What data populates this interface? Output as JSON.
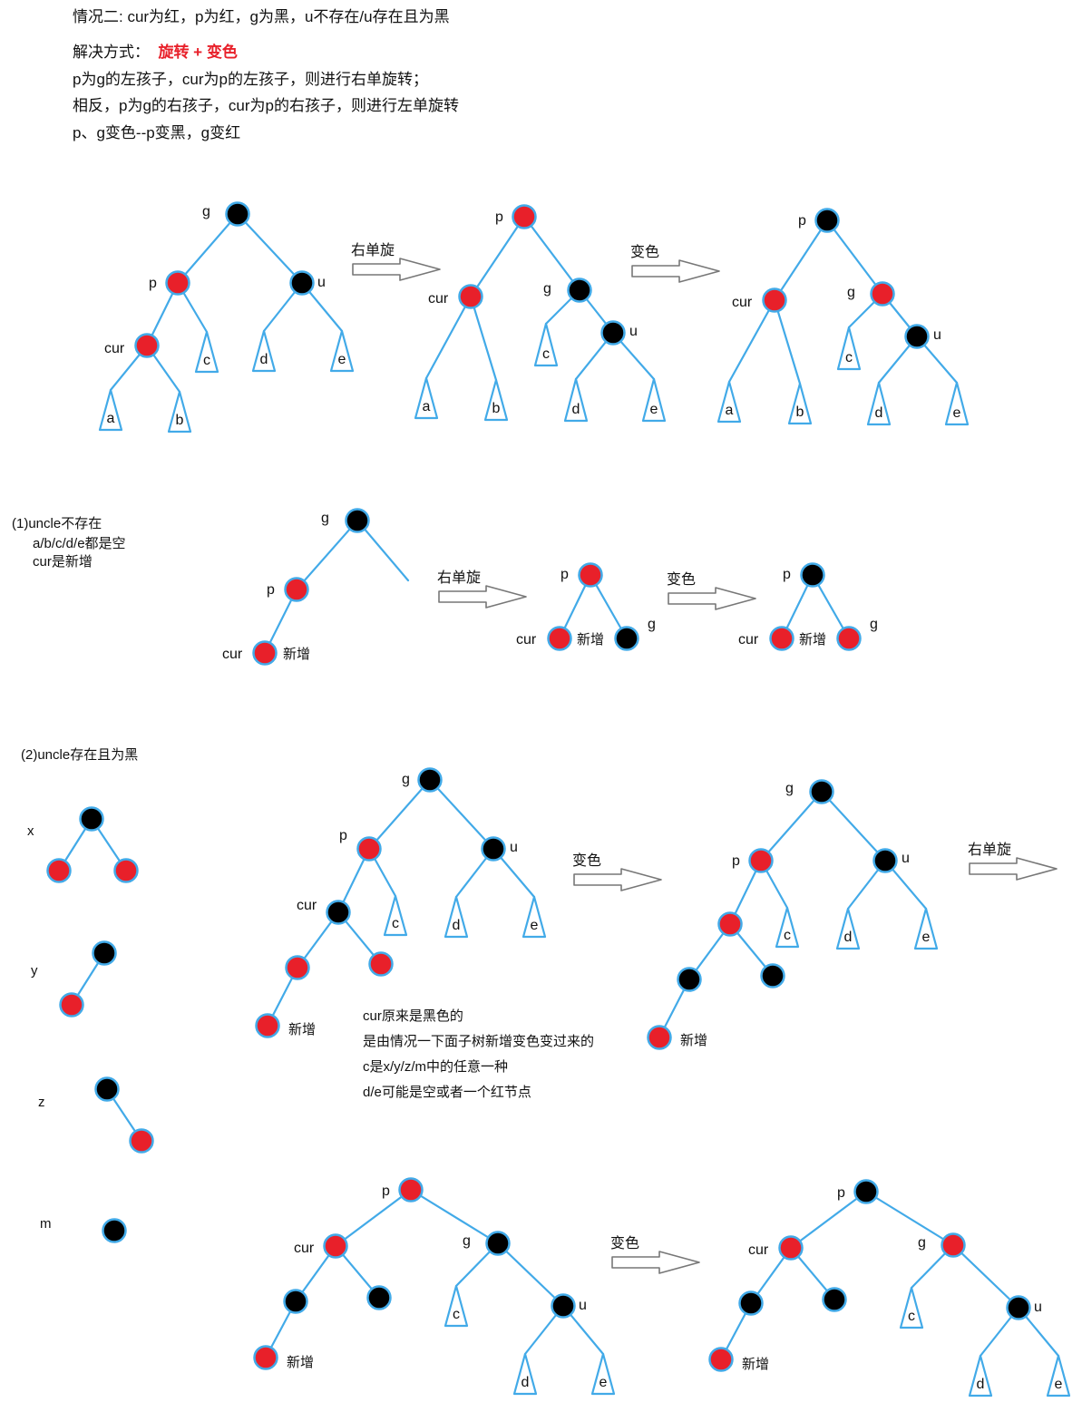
{
  "header": {
    "title": "情况二: cur为红，p为红，g为黑，u不存在/u存在且为黑",
    "solution_label": "解决方式：",
    "solution_value": "旋转 + 变色",
    "line1": "p为g的左孩子，cur为p的左孩子，则进行右单旋转；",
    "line2": "相反，p为g的右孩子，cur为p的右孩子，则进行左单旋转",
    "line3": "p、g变色--p变黑，g变红"
  },
  "case1": {
    "title": "(1)uncle不存在",
    "note1": "a/b/c/d/e都是空",
    "note2": "cur是新增"
  },
  "case2": {
    "title": "(2)uncle存在且为黑",
    "examples": [
      "x",
      "y",
      "z",
      "m"
    ],
    "notes": [
      "cur原来是黑色的",
      "是由情况一下面子树新增变色变过来的",
      "c是x/y/z/m中的任意一种",
      "d/e可能是空或者一个红节点"
    ]
  },
  "labels": {
    "right_rotate": "右单旋",
    "recolor": "变色",
    "new_node": "新增"
  },
  "colors": {
    "red": "#e8202a",
    "black": "#000000",
    "edge": "#42aae8",
    "arrow": "#777777"
  }
}
